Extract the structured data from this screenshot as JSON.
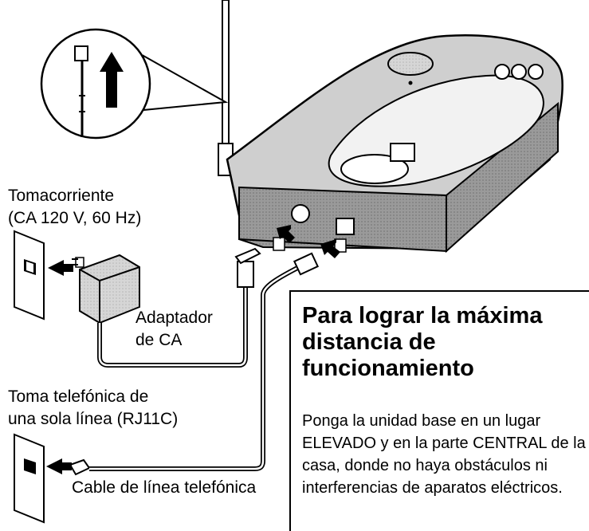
{
  "labels": {
    "outlet": "Tomacorriente",
    "outlet_spec": "(CA 120 V, 60 Hz)",
    "adapter_line1": "Adaptador",
    "adapter_line2": "de CA",
    "jack_line1": "Toma telefónica de",
    "jack_line2": "una sola línea (RJ11C)",
    "cord": "Cable de línea telefónica"
  },
  "tip": {
    "title": "Para lograr la máxima distancia de funcionamiento",
    "body": "Ponga la unidad base en un lugar ELEVADO y en la parte CENTRAL de la casa, donde no haya obstáculos ni interferencias de aparatos eléctricos."
  },
  "icons": {
    "antenna_detail": "antenna-extend-icon",
    "arrow": "arrow-icon"
  }
}
